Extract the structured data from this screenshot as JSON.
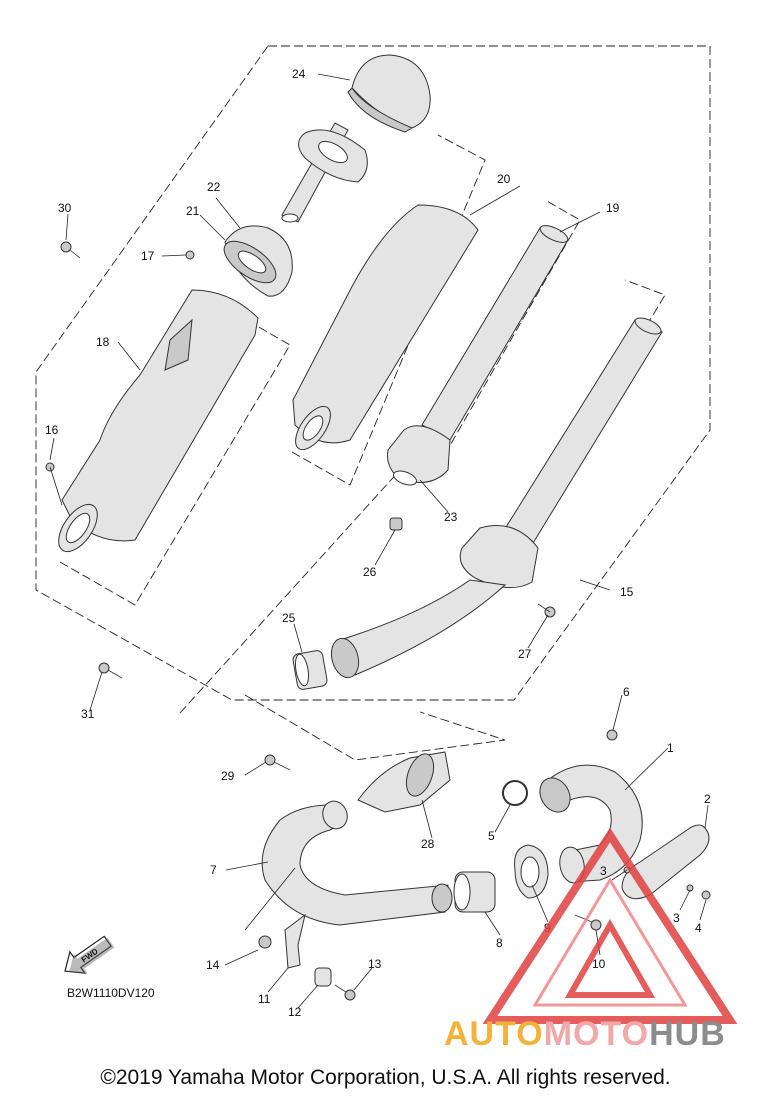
{
  "diagram_code": "B2W1110DV120",
  "fwd_label": "FWD",
  "copyright": "©2019 Yamaha Motor Corporation, U.S.A. All rights reserved.",
  "watermark": {
    "part1": "AUTO",
    "part2": "MOTO",
    "part3": "HUB",
    "color1": "#f5b23a",
    "color2": "#f0a8a8",
    "color3": "#8c8c8c"
  },
  "callouts": {
    "c1": "1",
    "c2": "2",
    "c3a": "3",
    "c3b": "3",
    "c4": "4",
    "c5": "5",
    "c6": "6",
    "c7": "7",
    "c8": "8",
    "c9": "9",
    "c10": "10",
    "c11": "11",
    "c12": "12",
    "c13": "13",
    "c14": "14",
    "c15": "15",
    "c16": "16",
    "c17": "17",
    "c18": "18",
    "c19": "19",
    "c20": "20",
    "c21": "21",
    "c22": "22",
    "c23": "23",
    "c24": "24",
    "c25": "25",
    "c26": "26",
    "c27": "27",
    "c28": "28",
    "c29": "29",
    "c30": "30",
    "c31": "31"
  }
}
